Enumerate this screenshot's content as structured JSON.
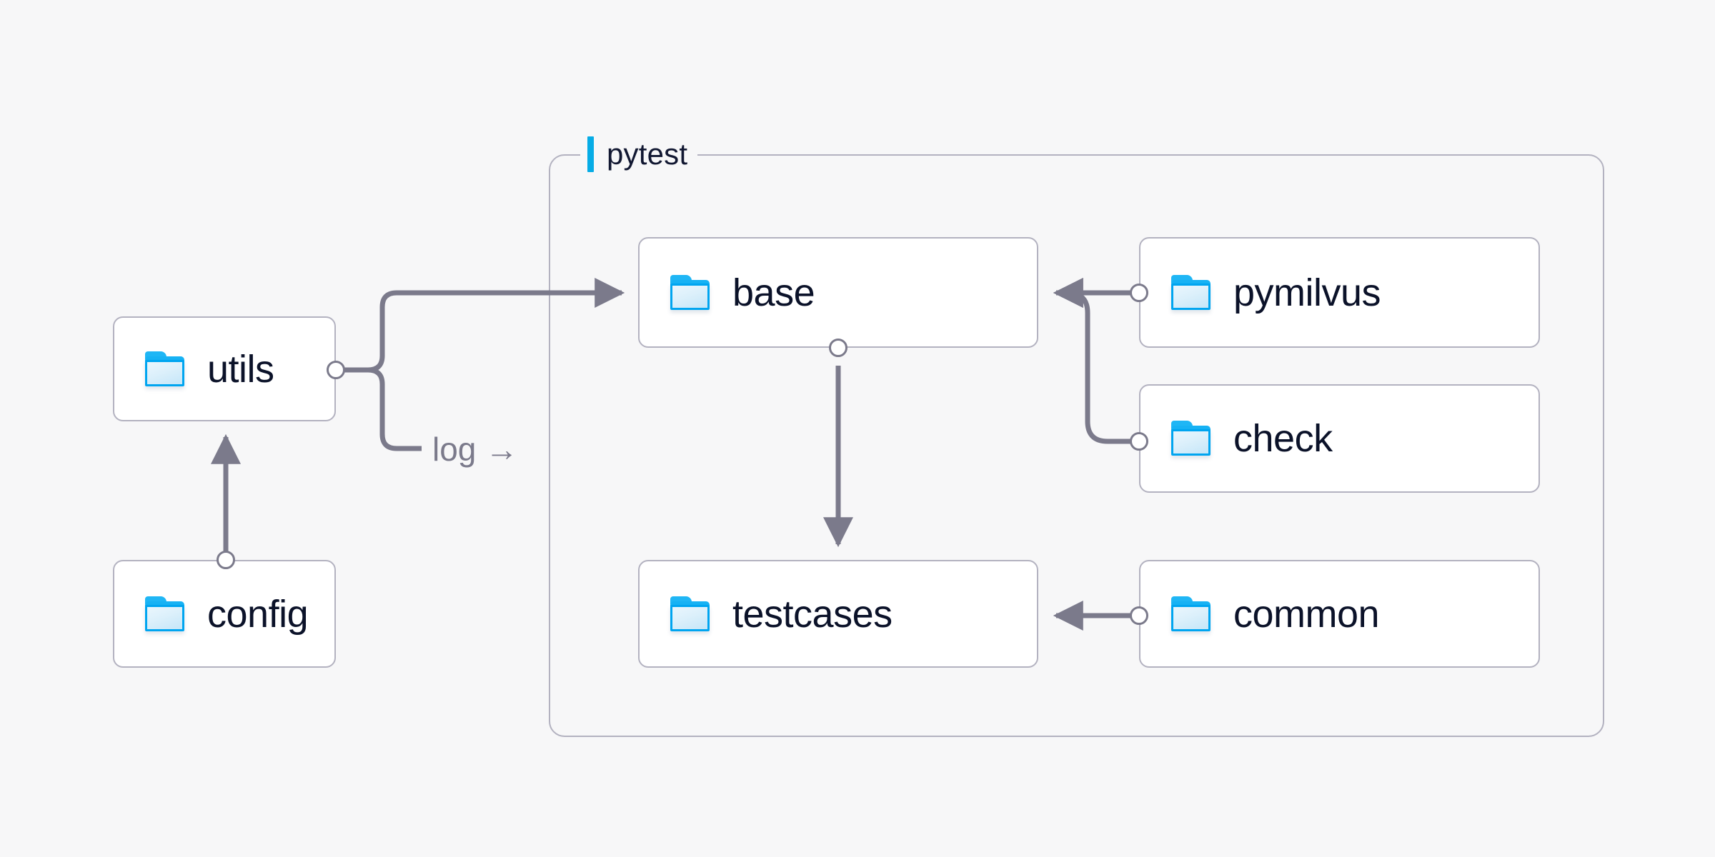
{
  "diagram": {
    "background_color": "#f7f7f8",
    "accent_color": "#06ace6",
    "node_border_color": "#b3b2c0",
    "edge_color": "#7b7a8b",
    "label_color": "#0b1229",
    "folder_icon_color": "#00a5f0"
  },
  "group": {
    "label": "pytest",
    "icon": "accent-bar"
  },
  "nodes": [
    {
      "id": "utils",
      "label": "utils",
      "icon": "folder-icon"
    },
    {
      "id": "config",
      "label": "config",
      "icon": "folder-icon"
    },
    {
      "id": "base",
      "label": "base",
      "icon": "folder-icon"
    },
    {
      "id": "testcases",
      "label": "testcases",
      "icon": "folder-icon"
    },
    {
      "id": "pymilvus",
      "label": "pymilvus",
      "icon": "folder-icon"
    },
    {
      "id": "check",
      "label": "check",
      "icon": "folder-icon"
    },
    {
      "id": "common",
      "label": "common",
      "icon": "folder-icon"
    }
  ],
  "edges": [
    {
      "id": "utils-base",
      "from": "utils",
      "to": "base",
      "label": ""
    },
    {
      "id": "utils-log",
      "from": "utils",
      "to": "pytest",
      "label": "log →"
    },
    {
      "id": "config-utils",
      "from": "config",
      "to": "utils",
      "label": ""
    },
    {
      "id": "base-testcases",
      "from": "base",
      "to": "testcases",
      "label": ""
    },
    {
      "id": "pymilvus-base",
      "from": "pymilvus",
      "to": "base",
      "label": ""
    },
    {
      "id": "check-base",
      "from": "check",
      "to": "base",
      "label": ""
    },
    {
      "id": "common-testcases",
      "from": "common",
      "to": "testcases",
      "label": ""
    }
  ]
}
